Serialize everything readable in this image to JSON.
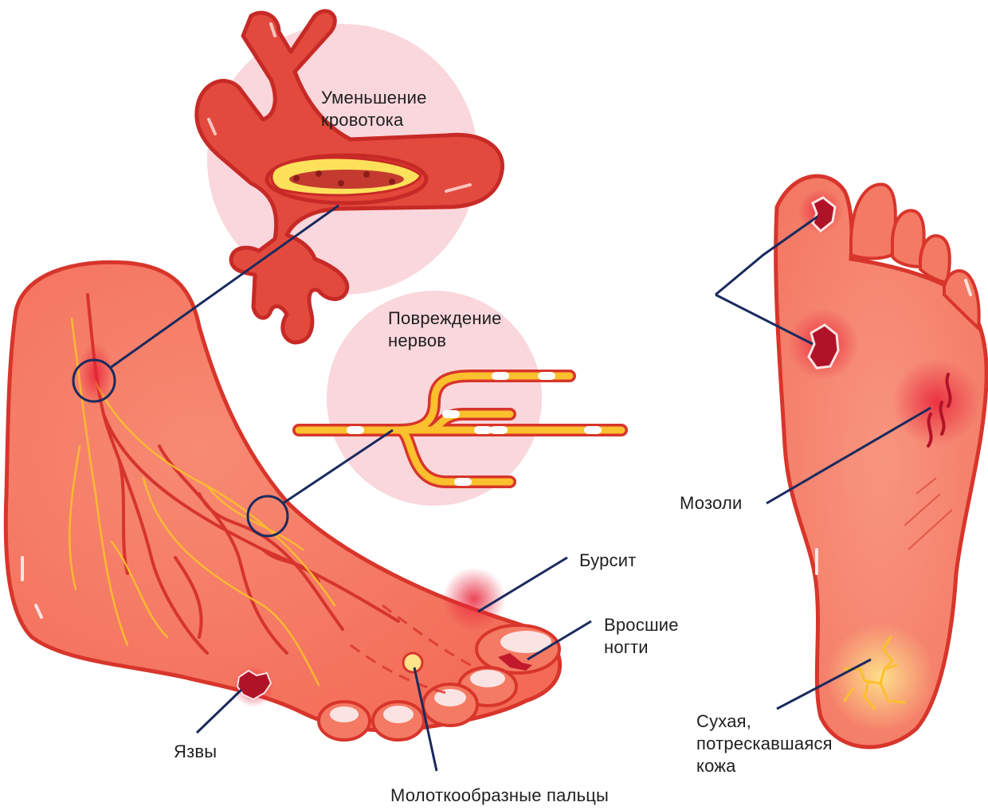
{
  "diagram": {
    "labels": {
      "blood_flow": "Уменьшение\nкровотока",
      "nerve_damage": "Повреждение\nнервов",
      "bursitis": "Бурсит",
      "ingrown_nails": "Вросшие\nногти",
      "ulcers": "Язвы",
      "hammer_toes": "Молоткообразные пальцы",
      "calluses": "Мозоли",
      "dry_skin": "Сухая,\nпотрескавшаяся\nкожа"
    },
    "colors": {
      "skin": "#f47a63",
      "skin_light": "#f9a08c",
      "outline": "#d8352b",
      "vessel": "#d6342d",
      "nerve": "#fbc02d",
      "pointer": "#1a2a5e",
      "bubble": "#f9d7dc",
      "wound": "#c2192c"
    }
  }
}
